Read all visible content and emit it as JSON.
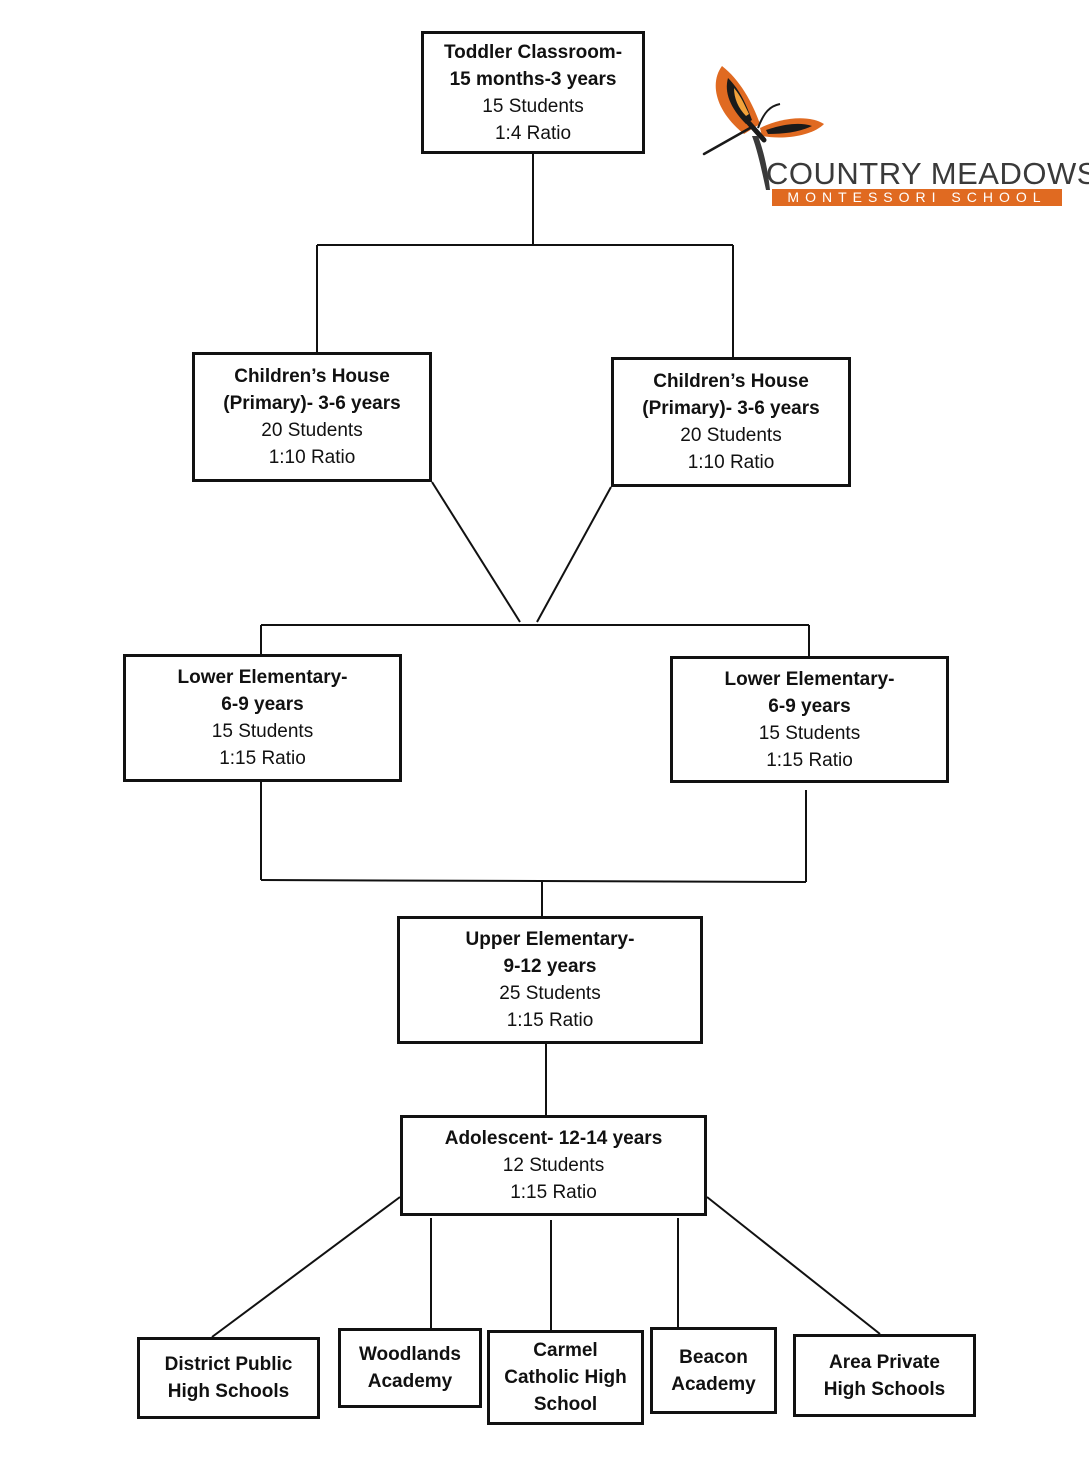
{
  "logo": {
    "name": "COUNTRY MEADOWS",
    "tagline": "MONTESSORI SCHOOL",
    "brand_color": "#e06a21",
    "icon": "butterfly-icon"
  },
  "boxes": {
    "toddler": {
      "line1": "Toddler Classroom-",
      "line2": "15 months-3 years",
      "students": "15 Students",
      "ratio": "1:4 Ratio"
    },
    "childrens_house_1": {
      "line1": "Children’s House",
      "line2": "(Primary)- 3-6 years",
      "students": "20 Students",
      "ratio": "1:10 Ratio"
    },
    "childrens_house_2": {
      "line1": "Children’s House",
      "line2": "(Primary)- 3-6 years",
      "students": "20 Students",
      "ratio": "1:10 Ratio"
    },
    "lower_elementary_1": {
      "line1": "Lower Elementary-",
      "line2": "6-9 years",
      "students": "15 Students",
      "ratio": "1:15 Ratio"
    },
    "lower_elementary_2": {
      "line1": "Lower Elementary-",
      "line2": "6-9 years",
      "students": "15 Students",
      "ratio": "1:15 Ratio"
    },
    "upper_elementary": {
      "line1": "Upper Elementary-",
      "line2": "9-12 years",
      "students": "25 Students",
      "ratio": "1:15 Ratio"
    },
    "adolescent": {
      "line1": "Adolescent- 12-14 years",
      "students": "12 Students",
      "ratio": "1:15 Ratio"
    }
  },
  "schools": [
    {
      "line1": "District Public",
      "line2": "High Schools"
    },
    {
      "line1": "Woodlands",
      "line2": "Academy"
    },
    {
      "line1": "Carmel",
      "line2": "Catholic High",
      "line3": "School"
    },
    {
      "line1": "Beacon",
      "line2": "Academy"
    },
    {
      "line1": "Area Private",
      "line2": "High Schools"
    }
  ]
}
